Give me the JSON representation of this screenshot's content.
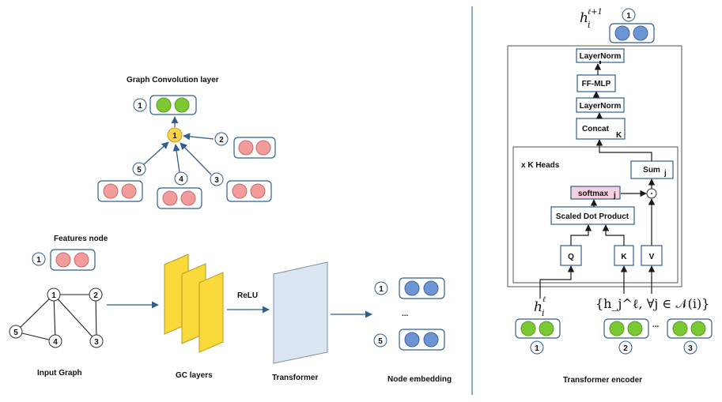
{
  "colors": {
    "green": "#7cc832",
    "pink": "#f29c9c",
    "blue": "#6d95d4",
    "yellow": "#f5d34a",
    "gc_layer": "#fada3a",
    "transformer": "#dce5f2",
    "box_border": "#2f5f8f",
    "divider": "#3b6fb0"
  },
  "left": {
    "gcl_title": "Graph Convolution layer",
    "gcl_out_num": "1",
    "gcl_center": "1",
    "gcl_neighbors": [
      "2",
      "3",
      "4",
      "5"
    ],
    "features_title": "Features node",
    "features_num": "1",
    "graph_nodes": [
      "1",
      "2",
      "3",
      "4",
      "5"
    ],
    "input_graph_label": "Input Graph",
    "gc_layers_label": "GC layers",
    "relu_label": "ReLU",
    "transformer_label": "Transformer",
    "emb_nums": [
      "1",
      "5"
    ],
    "emb_ellipsis": "...",
    "node_embedding_label": "Node embedding"
  },
  "right": {
    "output_math": "h",
    "output_sub": "i",
    "output_sup": "ℓ+1",
    "output_num": "1",
    "layernorm_top": "LayerNorm",
    "ffmlp": "FF-MLP",
    "layernorm_mid": "LayerNorm",
    "concat": "Concat",
    "concat_sub": "K",
    "heads": "x K Heads",
    "sum": "Sum",
    "sum_sub": "j",
    "softmax": "softmax",
    "softmax_sub": "j",
    "sdp": "Scaled Dot Product",
    "q": "Q",
    "k": "K",
    "v": "V",
    "input_math": "h",
    "input_sub": "i",
    "input_sup": "ℓ",
    "neigh_math": "{h_j^ℓ, ∀j ∈ 𝒩(i)}",
    "in_nums": [
      "1",
      "2",
      "3"
    ],
    "in_ellipsis": "...",
    "encoder_label": "Transformer encoder"
  }
}
